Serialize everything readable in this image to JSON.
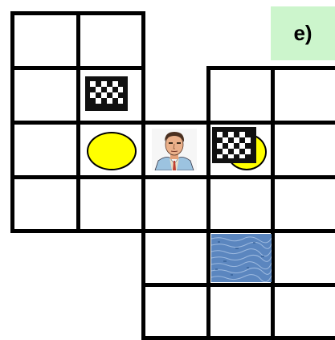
{
  "puzzle_label": "e)",
  "colors": {
    "grid_line": "#000000",
    "label_bg": "#ccf5cc",
    "coin": "#ffff00",
    "water": "#5b86bf",
    "checker_dark": "#111111",
    "checker_light": "#ffffff"
  },
  "tiles": [
    {
      "type": "checker-block",
      "icon": "checkered-flag-icon"
    },
    {
      "type": "coin",
      "icon": "gold-coin-icon"
    },
    {
      "type": "agent",
      "icon": "man-portrait-icon"
    },
    {
      "type": "checker-block-on-coin",
      "icon": "checkered-flag-icon"
    },
    {
      "type": "water",
      "icon": "water-tile-icon"
    }
  ]
}
